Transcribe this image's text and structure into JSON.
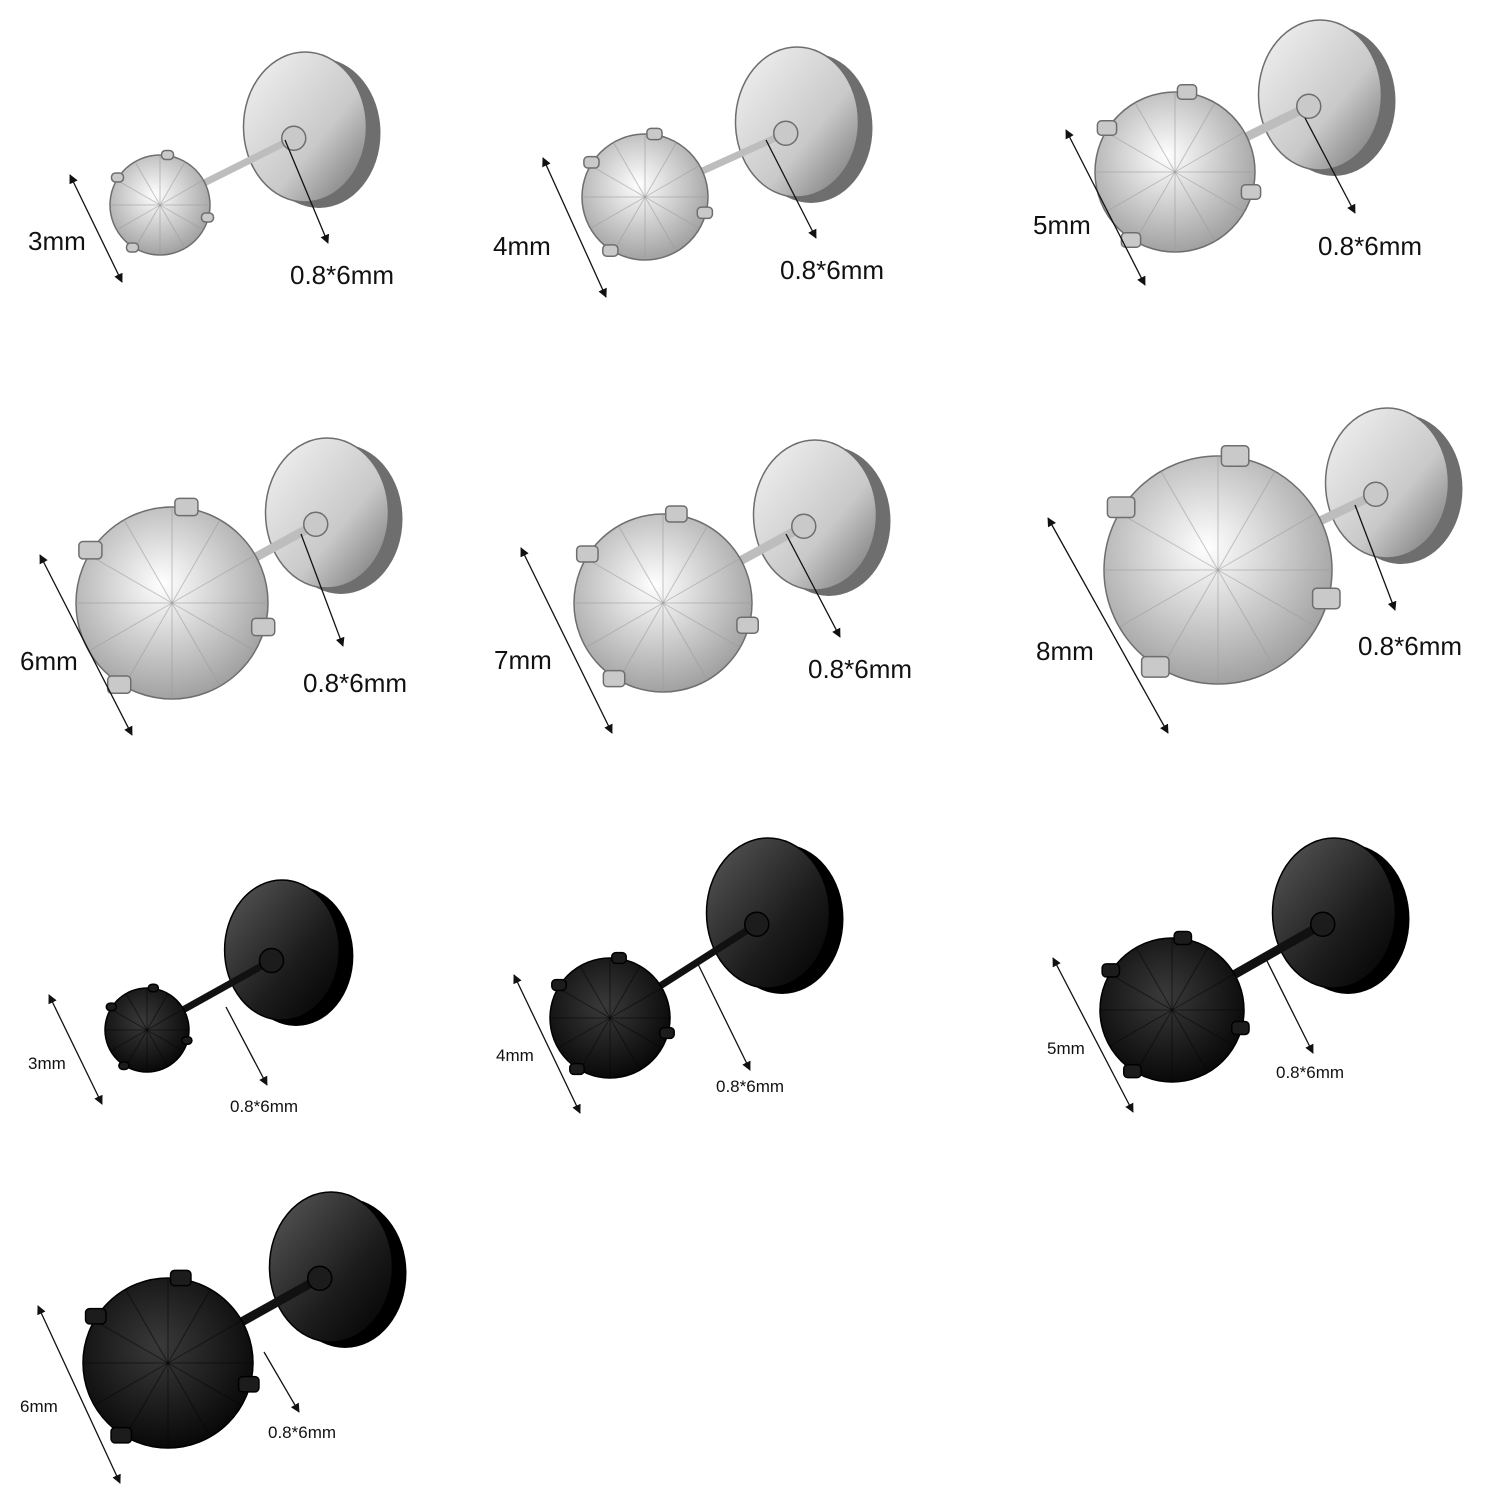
{
  "palettes": {
    "silver": {
      "metal_light": "#f4f4f4",
      "metal_mid": "#c9c9c9",
      "metal_dark": "#6e6e6e",
      "stone_light": "#ffffff",
      "stone_dark": "#9a9a9a",
      "rod": "#bdbdbd"
    },
    "black": {
      "metal_light": "#5a5a5a",
      "metal_mid": "#1c1c1c",
      "metal_dark": "#000000",
      "stone_light": "#3a3a3a",
      "stone_dark": "#050505",
      "rod": "#111111"
    }
  },
  "earrings": [
    {
      "finish": "silver",
      "stone_size": "3mm",
      "post_size": "0.8*6mm",
      "stone_icon": "clear-crystal-icon",
      "back_icon": "silver-screw-back-icon"
    },
    {
      "finish": "silver",
      "stone_size": "4mm",
      "post_size": "0.8*6mm",
      "stone_icon": "clear-crystal-icon",
      "back_icon": "silver-screw-back-icon"
    },
    {
      "finish": "silver",
      "stone_size": "5mm",
      "post_size": "0.8*6mm",
      "stone_icon": "clear-crystal-icon",
      "back_icon": "silver-screw-back-icon"
    },
    {
      "finish": "silver",
      "stone_size": "6mm",
      "post_size": "0.8*6mm",
      "stone_icon": "clear-crystal-icon",
      "back_icon": "silver-screw-back-icon"
    },
    {
      "finish": "silver",
      "stone_size": "7mm",
      "post_size": "0.8*6mm",
      "stone_icon": "clear-crystal-icon",
      "back_icon": "silver-screw-back-icon"
    },
    {
      "finish": "silver",
      "stone_size": "8mm",
      "post_size": "0.8*6mm",
      "stone_icon": "clear-crystal-icon",
      "back_icon": "silver-screw-back-icon"
    },
    {
      "finish": "black",
      "stone_size": "3mm",
      "post_size": "0.8*6mm",
      "stone_icon": "black-crystal-icon",
      "back_icon": "black-screw-back-icon"
    },
    {
      "finish": "black",
      "stone_size": "4mm",
      "post_size": "0.8*6mm",
      "stone_icon": "black-crystal-icon",
      "back_icon": "black-screw-back-icon"
    },
    {
      "finish": "black",
      "stone_size": "5mm",
      "post_size": "0.8*6mm",
      "stone_icon": "black-crystal-icon",
      "back_icon": "black-screw-back-icon"
    },
    {
      "finish": "black",
      "stone_size": "6mm",
      "post_size": "0.8*6mm",
      "stone_icon": "black-crystal-icon",
      "back_icon": "black-screw-back-icon"
    }
  ]
}
